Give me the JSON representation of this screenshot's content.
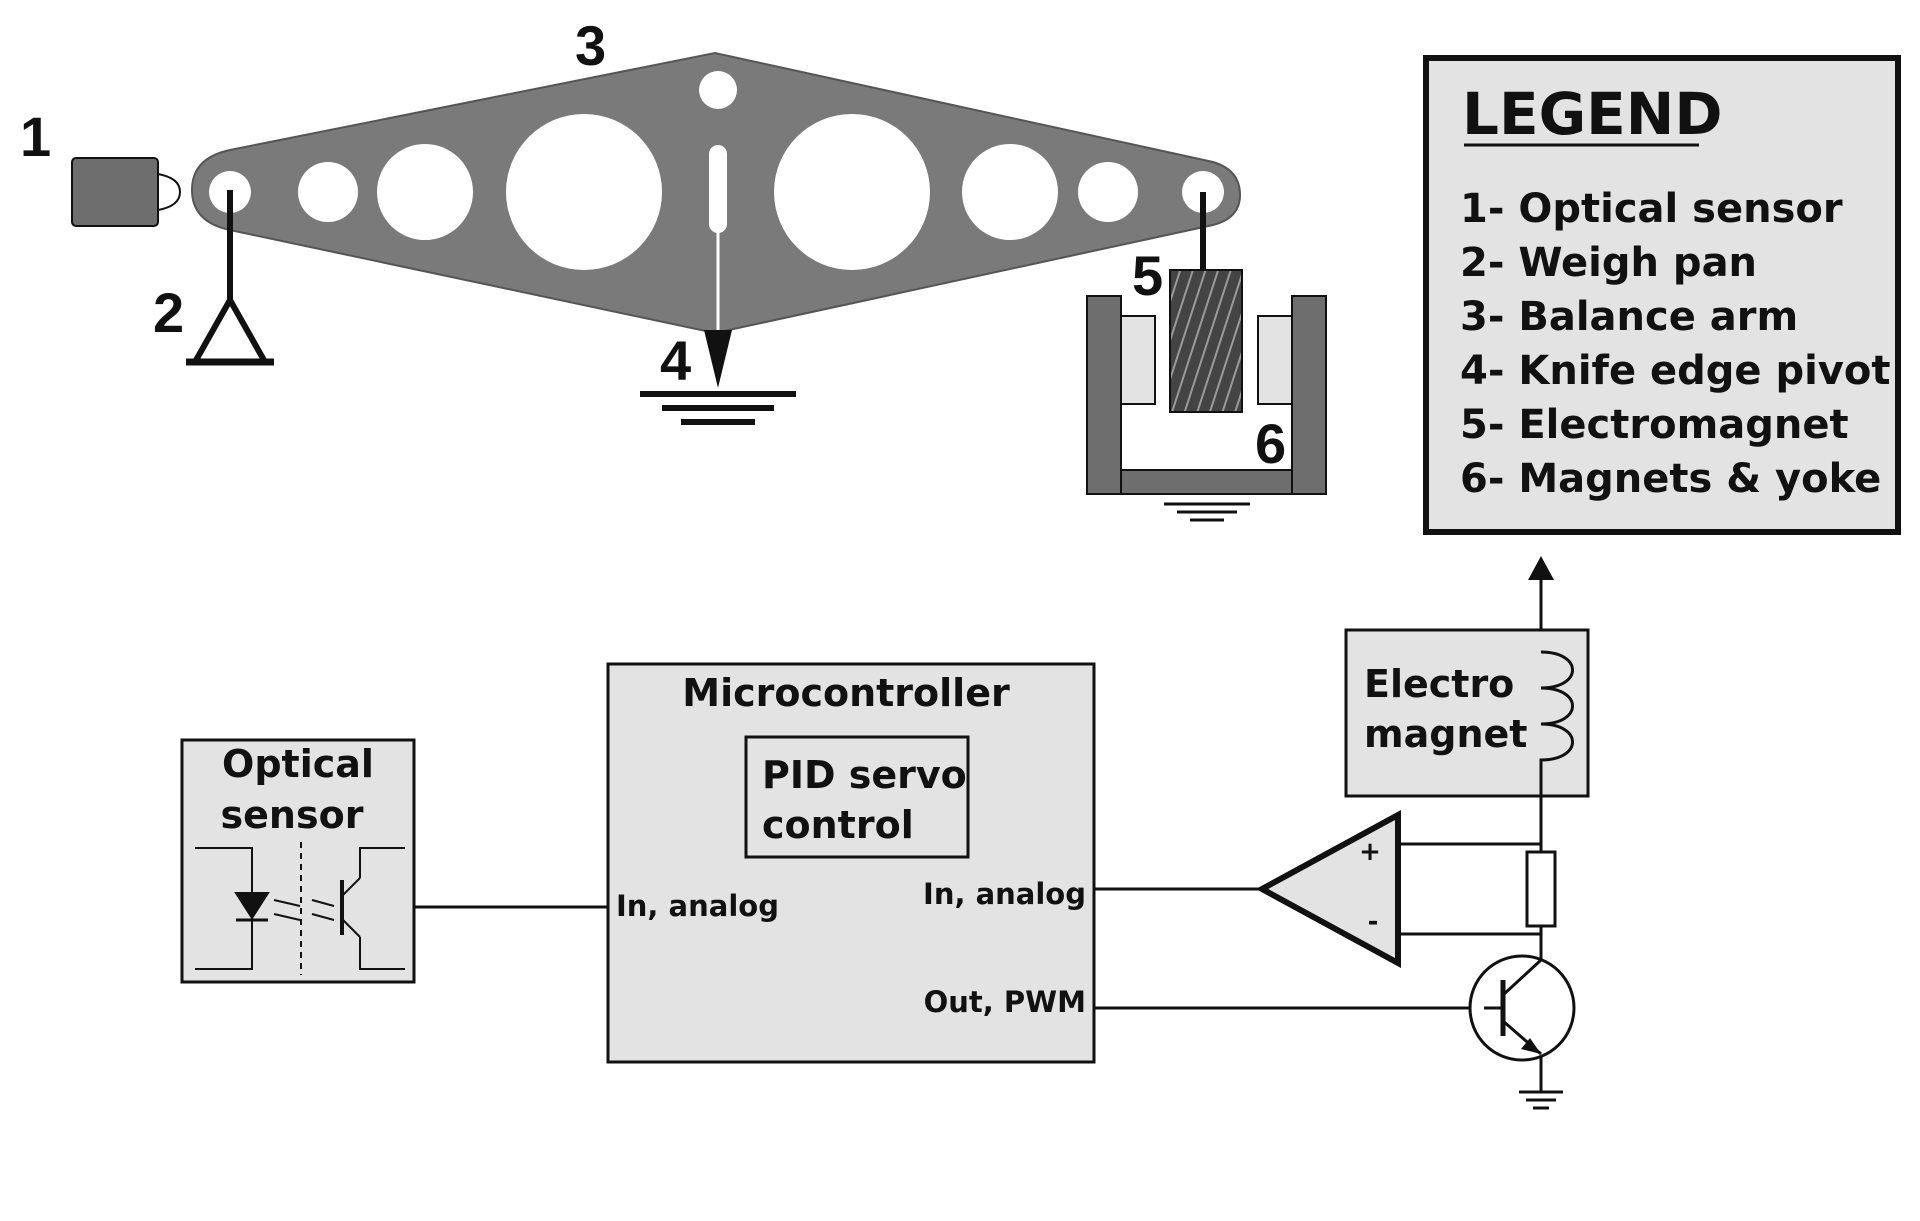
{
  "colors": {
    "arm": "#7a7a7a",
    "dark_gray": "#6e6e6e",
    "box_fill": "#e3e3e3",
    "line": "#111111"
  },
  "numbers": {
    "n1": "1",
    "n2": "2",
    "n3": "3",
    "n4": "4",
    "n5": "5",
    "n6": "6"
  },
  "legend": {
    "title": "LEGEND",
    "items": [
      "1- Optical sensor",
      "2- Weigh pan",
      "3- Balance arm",
      "4- Knife edge pivot",
      "5- Electromagnet",
      "6- Magnets & yoke"
    ]
  },
  "blocks": {
    "optical_sensor": {
      "line1": "Optical",
      "line2": "sensor"
    },
    "microcontroller": {
      "title": "Microcontroller",
      "pid_line1": "PID servo",
      "pid_line2": "control",
      "in_left": "In, analog",
      "in_right": "In, analog",
      "out_right": "Out, PWM"
    },
    "electromagnet": {
      "line1": "Electro",
      "line2": "magnet"
    },
    "opamp": {
      "plus": "+",
      "minus": "-"
    }
  },
  "icons": {
    "sensor": "optical-sensor-icon",
    "pan": "weigh-pan-icon",
    "pivot": "knife-edge-pivot-icon",
    "ground": "ground-icon",
    "coil": "electromagnet-coil-icon",
    "optocoupler": "optocoupler-icon",
    "opamp": "op-amp-icon",
    "resistor": "resistor-icon",
    "transistor": "npn-transistor-icon",
    "inductor": "inductor-icon",
    "arrow": "arrow-up-icon"
  }
}
